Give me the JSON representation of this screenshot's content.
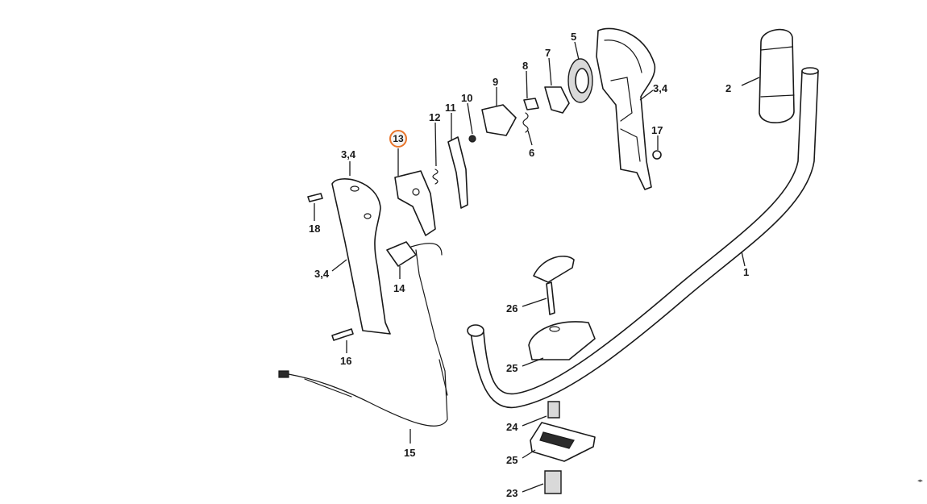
{
  "highlight_color": "#e8742a",
  "callouts": {
    "c1": "1",
    "c2": "2",
    "c34_top_right": "3,4",
    "c34_left_top": "3,4",
    "c34_left_mid": "3,4",
    "c5": "5",
    "c6": "6",
    "c7": "7",
    "c8": "8",
    "c9": "9",
    "c10": "10",
    "c11": "11",
    "c12": "12",
    "c13": "13",
    "c14": "14",
    "c15": "15",
    "c16": "16",
    "c17": "17",
    "c18": "18",
    "c23": "23",
    "c24": "24",
    "c25_upper": "25",
    "c25_lower": "25",
    "c26": "26"
  },
  "corner_mark": "◂▸"
}
